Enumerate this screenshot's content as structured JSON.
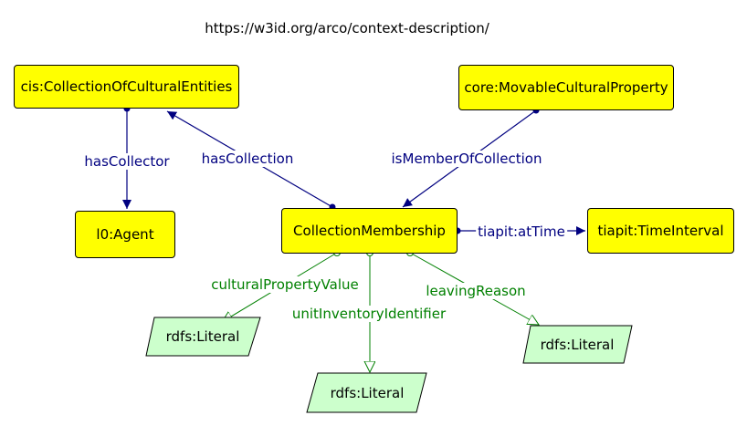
{
  "title": "https://w3id.org/arco/context-description/",
  "colors": {
    "class_fill": "#ffff00",
    "literal_fill": "#ccffcc",
    "object_property": "#000080",
    "datatype_property": "#008000"
  },
  "nodes": {
    "collection_of_cultural_entities": "cis:CollectionOfCulturalEntities",
    "movable_cultural_property": "core:MovableCulturalProperty",
    "agent": "l0:Agent",
    "collection_membership": "CollectionMembership",
    "time_interval": "tiapit:TimeInterval",
    "literal_left": "rdfs:Literal",
    "literal_center": "rdfs:Literal",
    "literal_right": "rdfs:Literal"
  },
  "edges": {
    "has_collector": "hasCollector",
    "has_collection": "hasCollection",
    "is_member_of_collection": "isMemberOfCollection",
    "at_time": "tiapit:atTime",
    "cultural_property_value": "culturalPropertyValue",
    "unit_inventory_identifier": "unitInventoryIdentifier",
    "leaving_reason": "leavingReason"
  }
}
